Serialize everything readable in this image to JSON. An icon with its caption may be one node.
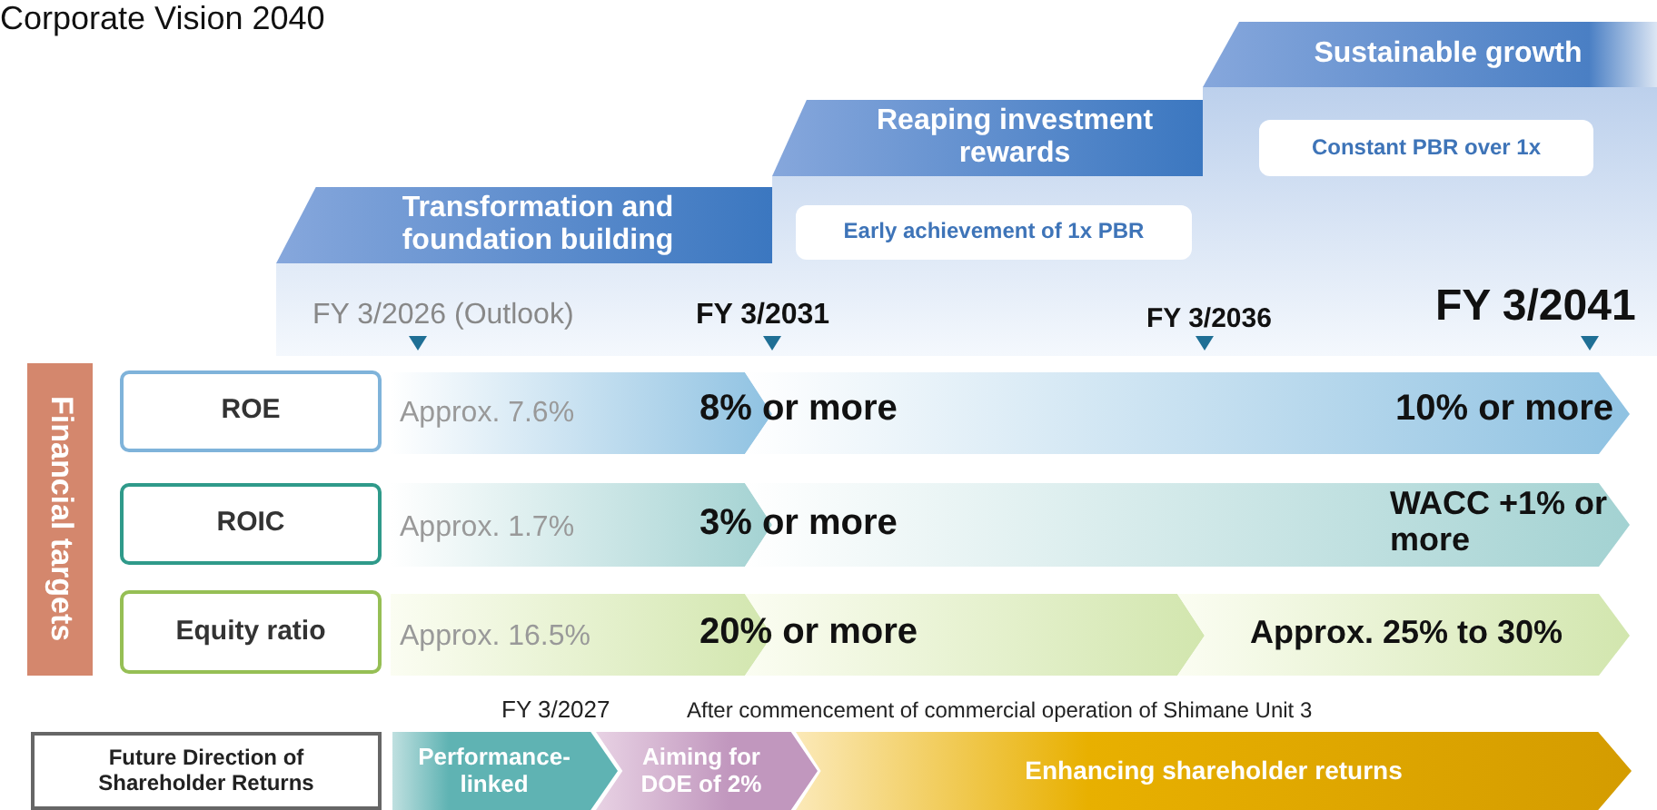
{
  "diagram": {
    "title": "Corporate Vision 2040",
    "nodes": [
      {
        "text": [
          "Transformation and foundation building"
        ]
      },
      {
        "text": [
          "Early achievement of 1x PBR"
        ]
      },
      {
        "text": [
          "Reaping investment rewards"
        ]
      },
      {
        "text": [
          "Constant PBR over 1x"
        ]
      },
      {
        "text": [
          "Sustainable growth"
        ]
      },
      {
        "text": [
          "Financial targets"
        ]
      },
      {
        "text": [
          "ROE"
        ]
      },
      {
        "text": [
          "ROIC"
        ]
      },
      {
        "text": [
          "Equity ratio"
        ]
      },
      {
        "text": [
          "Future Direction of Shareholder Returns"
        ]
      },
      {
        "text": [
          "Performance-linked"
        ]
      },
      {
        "text": [
          "Aiming for DOE of 2%"
        ]
      },
      {
        "text": [
          "Enhancing shareholder returns"
        ]
      }
    ],
    "edges": [],
    "labels": [
      "FY 3/2026 (Outlook)",
      "FY 3/2031",
      "FY 3/2036",
      "FY 3/2041",
      "Approx. 7.6%",
      "8% or more",
      "10% or more",
      "Approx. 1.7%",
      "3% or more",
      "WACC +1% or more",
      "Approx. 16.5%",
      "20% or more",
      "Approx. 25% to 30%",
      "FY 3/2027",
      "After commencement of commercial operation of Shimane Unit 3"
    ]
  }
}
